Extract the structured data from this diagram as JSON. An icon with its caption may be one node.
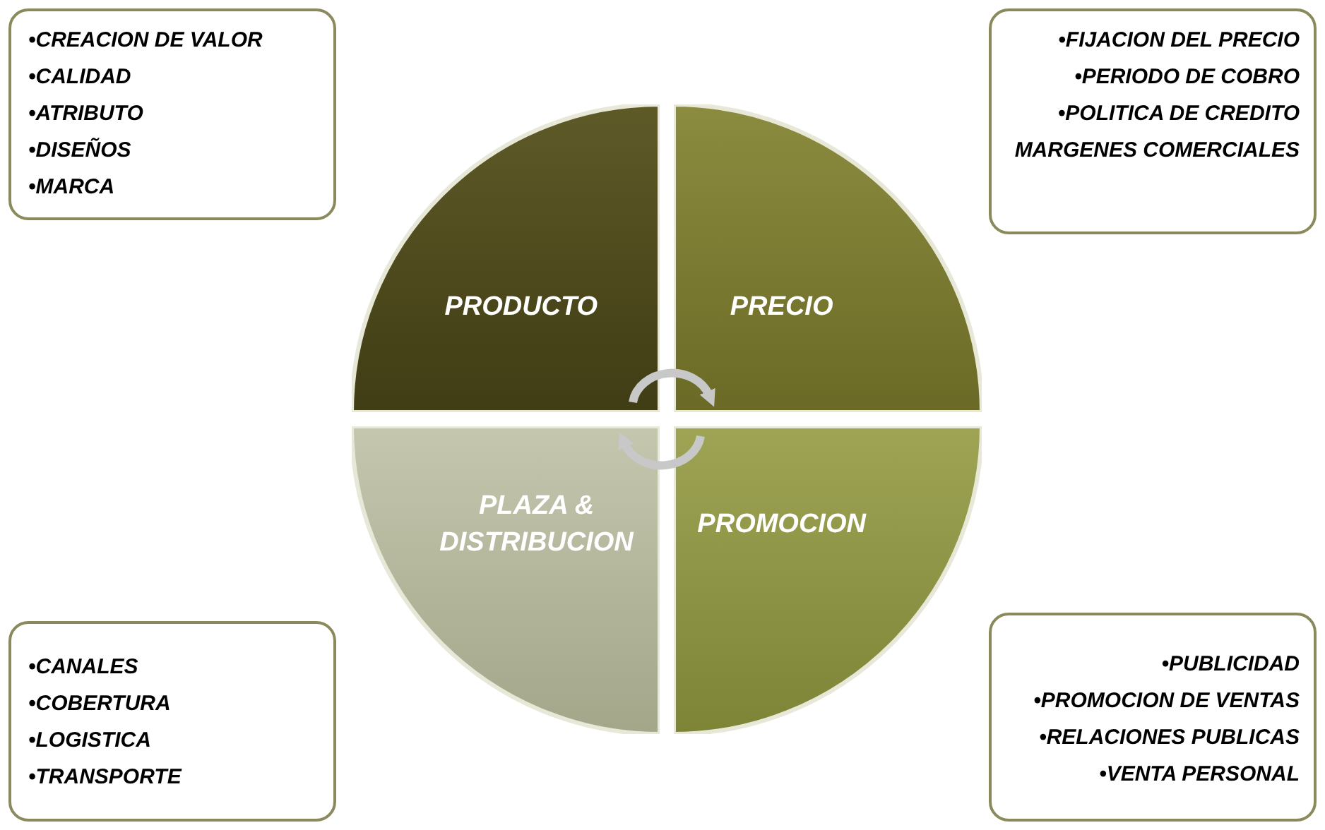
{
  "diagram": {
    "nodes": [
      {
        "text": [
          "•CREACION DE VALOR",
          "•CALIDAD",
          "•ATRIBUTO",
          "•DISEÑOS",
          "•MARCA"
        ]
      },
      {
        "text": [
          "•FIJACION DEL PRECIO",
          "•PERIODO DE COBRO",
          "•POLITICA DE CREDITO",
          "MARGENES COMERCIALES"
        ]
      },
      {
        "text": [
          "PRODUCTO"
        ]
      },
      {
        "text": [
          "PRECIO"
        ]
      },
      {
        "text": [
          "PLAZA & DISTRIBUCION"
        ]
      },
      {
        "text": [
          "PROMOCION"
        ]
      },
      {
        "text": [
          "•CANALES",
          "•COBERTURA",
          "•LOGISTICA",
          "•TRANSPORTE"
        ]
      },
      {
        "text": [
          "•PUBLICIDAD",
          "•PROMOCION DE VENTAS",
          "•RELACIONES PUBLICAS",
          "•VENTA PERSONAL"
        ]
      }
    ],
    "edges": [
      {
        "from": 2,
        "to": 3,
        "arrow": "to"
      },
      {
        "from": 5,
        "to": 4,
        "arrow": "to"
      }
    ]
  }
}
